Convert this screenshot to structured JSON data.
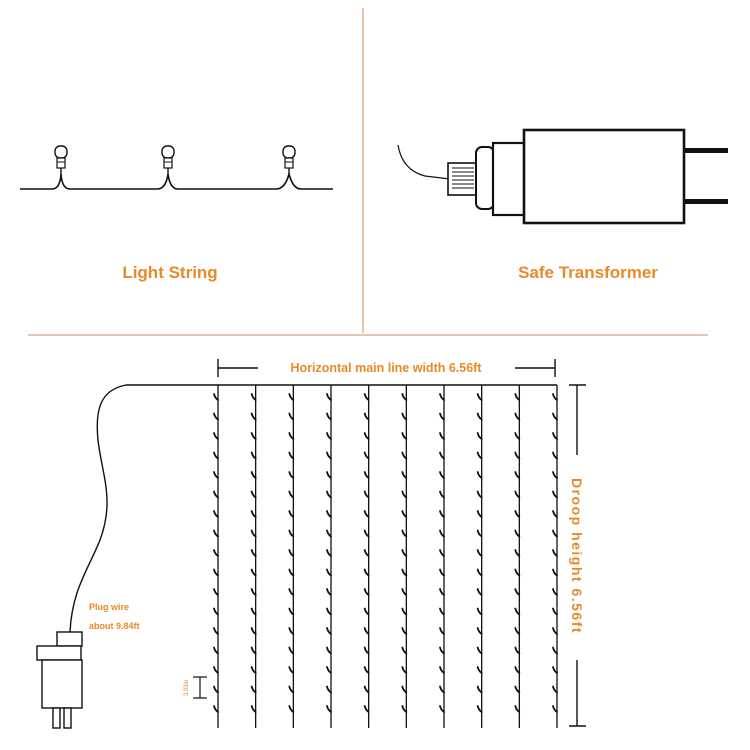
{
  "colors": {
    "accent": "#e8892a",
    "divider": "#e0b08e",
    "line": "#111111"
  },
  "panels": {
    "light_string": {
      "label": "Light String",
      "icon": "light-string-icon"
    },
    "transformer": {
      "label": "Safe Transformer",
      "icon": "transformer-icon"
    }
  },
  "curtain": {
    "width_label": "Horizontal main line width 6.56ft",
    "height_label": "Droop height 6.56ft",
    "plug_wire_line1": "Plug wire",
    "plug_wire_line2": "about 9.84ft",
    "spacing_label": "3.93in",
    "strand_count": 10,
    "icon": "curtain-lights-icon",
    "plug_icon": "plug-adapter-icon"
  }
}
